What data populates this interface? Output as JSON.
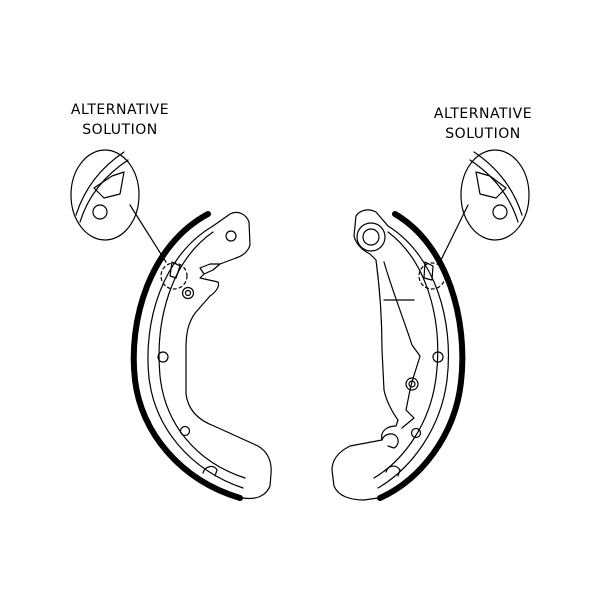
{
  "callouts": {
    "left": {
      "line1": "ALTERNATIVE",
      "line2": "SOLUTION"
    },
    "right": {
      "line1": "ALTERNATIVE",
      "line2": "SOLUTION"
    }
  },
  "colors": {
    "stroke": "#000000",
    "background": "#ffffff"
  }
}
